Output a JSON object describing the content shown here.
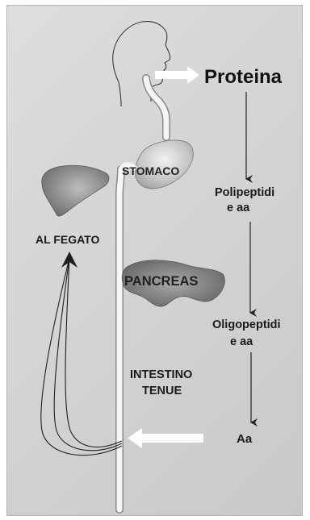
{
  "labels": {
    "proteina": "Proteina",
    "stomaco": "STOMACO",
    "polipeptidi": "Polipeptidi",
    "polipeptidi_aa": "e  aa",
    "al_fegato": "AL FEGATO",
    "pancreas": "PANCREAS",
    "oligopeptidi": "Oligopeptidi",
    "oligopeptidi_aa": "e  aa",
    "intestino": "INTESTINO",
    "tenue": "TENUE",
    "aa": "Aa"
  },
  "colors": {
    "background": "#d6d6d6",
    "organ_fill": "#8c8c8c",
    "tube_fill": "#f4f4f4",
    "arrow_white": "#ffffff",
    "arrow_dark": "#222222"
  },
  "icons": {
    "head": "human-head-profile-outline",
    "liver": "liver-organ",
    "stomach": "stomach-organ",
    "pancreas": "pancreas-organ"
  }
}
